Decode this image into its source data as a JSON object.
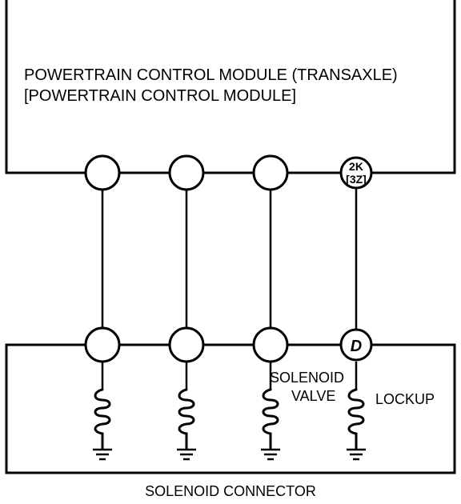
{
  "module": {
    "title_line1": "POWERTRAIN CONTROL MODULE (TRANSAXLE)",
    "title_line2": "[POWERTRAIN CONTROL MODULE]"
  },
  "module_pins": [
    {
      "label_line1": "",
      "label_line2": ""
    },
    {
      "label_line1": "",
      "label_line2": ""
    },
    {
      "label_line1": "",
      "label_line2": ""
    },
    {
      "label_line1": "2K",
      "label_line2": "[3Z]"
    }
  ],
  "connector": {
    "title": "SOLENOID CONNECTOR",
    "pins": [
      {
        "label": ""
      },
      {
        "label": ""
      },
      {
        "label": ""
      },
      {
        "label": "D"
      }
    ]
  },
  "labels": {
    "solenoid_line1": "SOLENOID",
    "solenoid_line2": "VALVE",
    "lockup": "LOCKUP"
  }
}
